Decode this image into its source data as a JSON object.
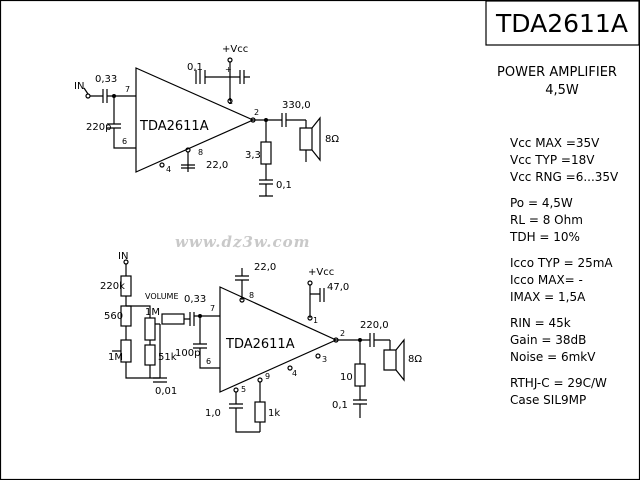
{
  "title": "TDA2611A",
  "subtitle_line1": "POWER AMPLIFIER",
  "subtitle_line2": "4,5W",
  "watermark": "www.dz3w.com",
  "specs": {
    "vcc_max": "Vcc MAX =35V",
    "vcc_typ": "Vcc TYP =18V",
    "vcc_rng": "Vcc RNG =6...35V",
    "po": "Po = 4,5W",
    "rl": "RL = 8 Ohm",
    "tdh": "TDH = 10%",
    "icco_typ": "Icco TYP = 25mA",
    "icco_max": "Icco MAX= -",
    "imax": "IMAX = 1,5A",
    "rin": "RIN = 45k",
    "gain": "Gain = 38dB",
    "noise": "Noise = 6mkV",
    "rthj": "RTHJ-C = 29C/W",
    "case": "Case SIL9MP"
  },
  "circuit1": {
    "chip": "TDA2611A",
    "in_label": "IN",
    "vcc": "+Vcc",
    "c_in": "0,33",
    "c_supply": "0,1",
    "c_fb": "220p",
    "c_out": "330,0",
    "r_load": "3,3",
    "c_load": "0,1",
    "c_pin8": "22,0",
    "speaker": "8Ω",
    "pin7": "7",
    "pin6": "6",
    "pin1": "1",
    "pin2": "2",
    "pin4": "4",
    "pin8": "8"
  },
  "circuit2": {
    "chip": "TDA2611A",
    "in_label": "IN",
    "vcc": "+Vcc",
    "volume": "VOLUME",
    "r220k": "220k",
    "r560": "560",
    "pot1m_a": "1M",
    "pot1m_b": "1M",
    "c033": "0,33",
    "c100p": "100p",
    "r51k": "51k",
    "c001": "0,01",
    "c22": "22,0",
    "c47": "47,0",
    "c220": "220,0",
    "r10": "10",
    "c01": "0,1",
    "c10": "1,0",
    "r1k": "1k",
    "speaker": "8Ω",
    "pin7": "7",
    "pin6": "6",
    "pin8": "8",
    "pin1": "1",
    "pin2": "2",
    "pin3": "3",
    "pin4": "4",
    "pin5": "5",
    "pin9": "9"
  }
}
